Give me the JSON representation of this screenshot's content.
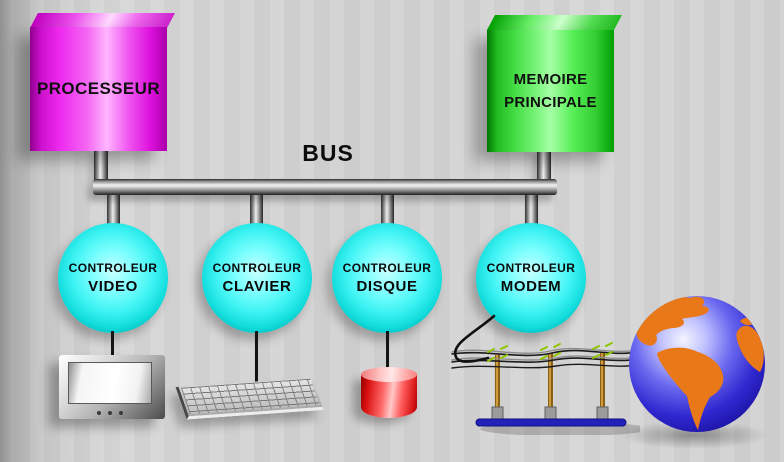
{
  "diagram": {
    "bus": {
      "label": "BUS"
    },
    "processor": {
      "label": "PROCESSEUR"
    },
    "memory": {
      "line1": "MEMOIRE",
      "line2": "PRINCIPALE"
    },
    "controllers": [
      {
        "line1": "CONTROLEUR",
        "line2": "VIDEO",
        "device_icon": "monitor-icon"
      },
      {
        "line1": "CONTROLEUR",
        "line2": "CLAVIER",
        "device_icon": "keyboard-icon"
      },
      {
        "line1": "CONTROLEUR",
        "line2": "DISQUE",
        "device_icon": "disk-icon"
      },
      {
        "line1": "CONTROLEUR",
        "line2": "MODEM",
        "device_icon": "phone-lines-icon"
      }
    ],
    "network": {
      "icon": "globe-icon"
    },
    "colors": {
      "processor_box": "#ee2aee",
      "memory_box": "#44dd44",
      "controller_circle": "#12dcdc",
      "bus_pipe": "#9a9a9a",
      "disk": "#d90f0f",
      "pole_base": "#2222bb",
      "pole_wood": "#a0731f",
      "globe_ocean": "#2822cc",
      "globe_land": "#e87818",
      "background": "#d4d4d4"
    }
  }
}
